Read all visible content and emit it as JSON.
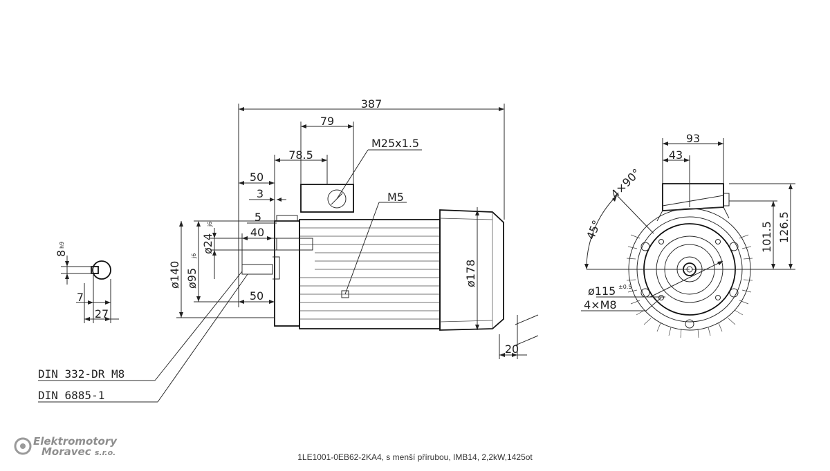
{
  "dimensions": {
    "overall_length": "387",
    "top_box_width": "79",
    "top_box_offset": "78.5",
    "gland": "M25x1.5",
    "earth": "M5",
    "d50_top": "50",
    "d3": "3",
    "d5": "5",
    "d40": "40",
    "d50_bottom": "50",
    "dia24": "ø24",
    "dia24_tol": "j6",
    "dia140": "ø140",
    "dia95": "ø95",
    "dia95_tol": "j6",
    "dia178": "ø178",
    "d20": "20",
    "key_8": "8",
    "key_8_tol": "h9",
    "key_7": "7",
    "key_27": "27",
    "end_93": "93",
    "end_43": "43",
    "end_1015": "101.5",
    "end_1265": "126.5",
    "angle_45": "45°",
    "angle_4x90": "4×90°",
    "dia115": "ø115",
    "dia115_tol": "±0.5",
    "holes": "4×M8"
  },
  "notes": {
    "din1": "DIN 332-DR M8",
    "din2": "DIN 6885-1"
  },
  "logo": {
    "line1": "Elektromotory",
    "line2": "Moravec",
    "line2_suffix": "s.r.o."
  },
  "caption": "1LE1001-0EB62-2KA4, s menší přírubou, IMB14, 2,2kW,1425ot"
}
